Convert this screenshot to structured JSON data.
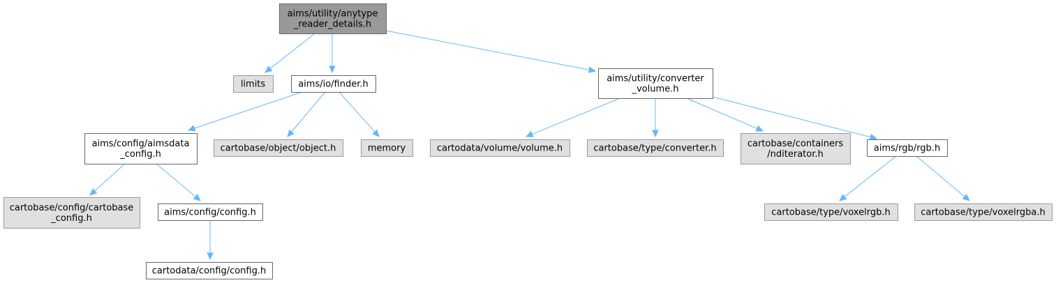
{
  "diagram": {
    "title": "aims/utility/anytype_reader_details.h include dependency graph",
    "colors": {
      "root_fill": "#999999",
      "root_border": "#666666",
      "documented_fill": "#ffffff",
      "documented_border": "#666666",
      "external_fill": "#e0e0e0",
      "external_border": "#999999",
      "edge": "#63b8ff",
      "text": "#000000"
    },
    "nodes": [
      {
        "id": "root",
        "kind": "root",
        "lines": [
          "aims/utility/anytype",
          "_reader_details.h"
        ]
      },
      {
        "id": "limits",
        "kind": "external",
        "lines": [
          "limits"
        ]
      },
      {
        "id": "finder",
        "kind": "documented",
        "lines": [
          "aims/io/finder.h"
        ]
      },
      {
        "id": "converter_volume",
        "kind": "documented",
        "lines": [
          "aims/utility/converter",
          "_volume.h"
        ]
      },
      {
        "id": "aimsdata_config",
        "kind": "documented",
        "lines": [
          "aims/config/aimsdata",
          "_config.h"
        ]
      },
      {
        "id": "object",
        "kind": "external",
        "lines": [
          "cartobase/object/object.h"
        ]
      },
      {
        "id": "memory",
        "kind": "external",
        "lines": [
          "memory"
        ]
      },
      {
        "id": "volume",
        "kind": "external",
        "lines": [
          "cartodata/volume/volume.h"
        ]
      },
      {
        "id": "type_converter",
        "kind": "external",
        "lines": [
          "cartobase/type/converter.h"
        ]
      },
      {
        "id": "nditerator",
        "kind": "external",
        "lines": [
          "cartobase/containers",
          "/nditerator.h"
        ]
      },
      {
        "id": "rgb",
        "kind": "documented",
        "lines": [
          "aims/rgb/rgb.h"
        ]
      },
      {
        "id": "cartobase_config",
        "kind": "external",
        "lines": [
          "cartobase/config/cartobase",
          "_config.h"
        ]
      },
      {
        "id": "aims_config",
        "kind": "documented",
        "lines": [
          "aims/config/config.h"
        ]
      },
      {
        "id": "voxelrgb",
        "kind": "external",
        "lines": [
          "cartobase/type/voxelrgb.h"
        ]
      },
      {
        "id": "voxelrgba",
        "kind": "external",
        "lines": [
          "cartobase/type/voxelrgba.h"
        ]
      },
      {
        "id": "cartodata_config",
        "kind": "documented",
        "lines": [
          "cartodata/config/config.h"
        ]
      }
    ],
    "edges": [
      {
        "from": "root",
        "to": "limits"
      },
      {
        "from": "root",
        "to": "finder"
      },
      {
        "from": "root",
        "to": "converter_volume"
      },
      {
        "from": "finder",
        "to": "aimsdata_config"
      },
      {
        "from": "finder",
        "to": "object"
      },
      {
        "from": "finder",
        "to": "memory"
      },
      {
        "from": "converter_volume",
        "to": "volume"
      },
      {
        "from": "converter_volume",
        "to": "type_converter"
      },
      {
        "from": "converter_volume",
        "to": "nditerator"
      },
      {
        "from": "converter_volume",
        "to": "rgb"
      },
      {
        "from": "aimsdata_config",
        "to": "cartobase_config"
      },
      {
        "from": "aimsdata_config",
        "to": "aims_config"
      },
      {
        "from": "aims_config",
        "to": "cartodata_config"
      },
      {
        "from": "rgb",
        "to": "voxelrgb"
      },
      {
        "from": "rgb",
        "to": "voxelrgba"
      }
    ]
  }
}
